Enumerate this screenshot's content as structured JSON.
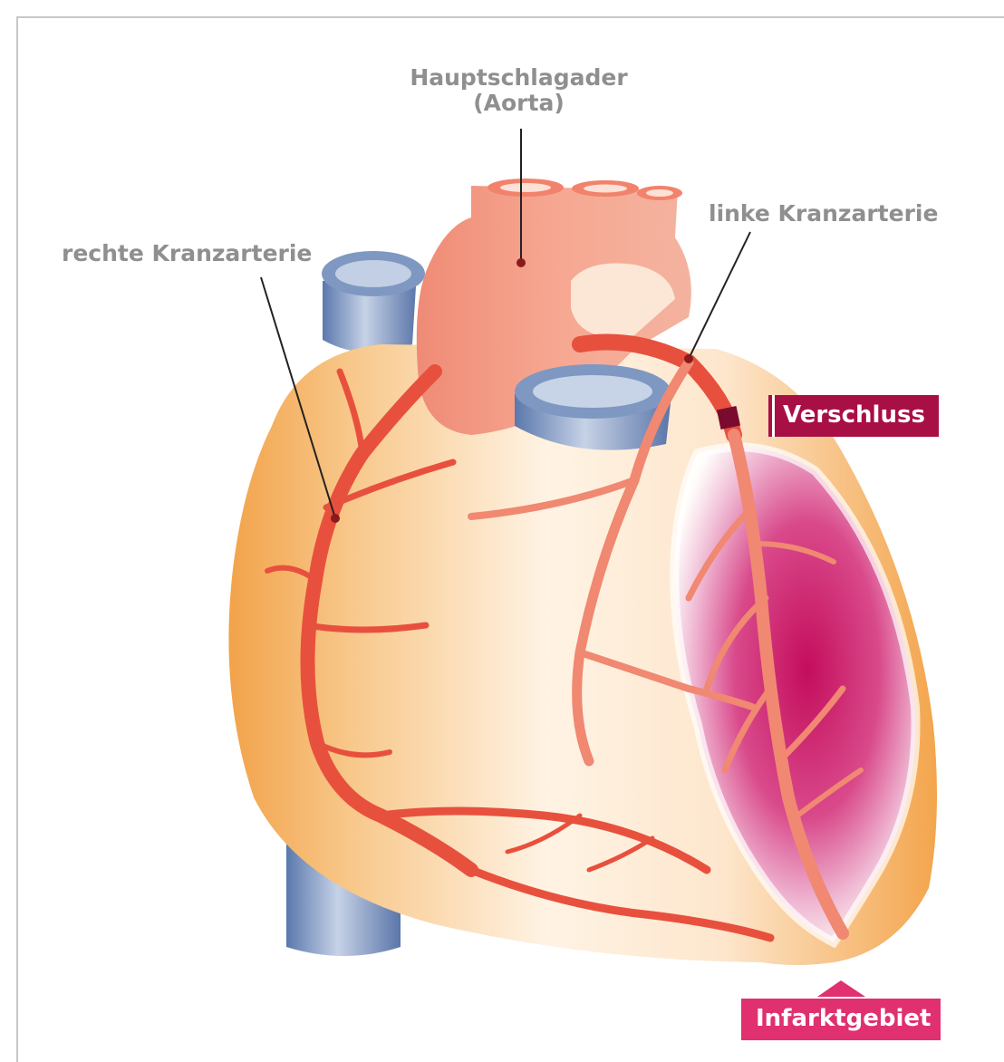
{
  "labels": {
    "aorta_line1": "Hauptschlagader",
    "aorta_line2": "(Aorta)",
    "right_coronary": "rechte Kranzarterie",
    "left_coronary": "linke Kranzarterie",
    "occlusion": "Verschluss",
    "infarct_area": "Infarktgebiet"
  },
  "colors": {
    "label_gray": "#8f8f8f",
    "occlusion_tag": "#a80f44",
    "infarct_tag": "#e0306f",
    "artery_red": "#e8483c",
    "heart_orange": "#f4a84e",
    "vein_blue": "#5d7fb3",
    "infarct_magenta": "#c4105e"
  }
}
